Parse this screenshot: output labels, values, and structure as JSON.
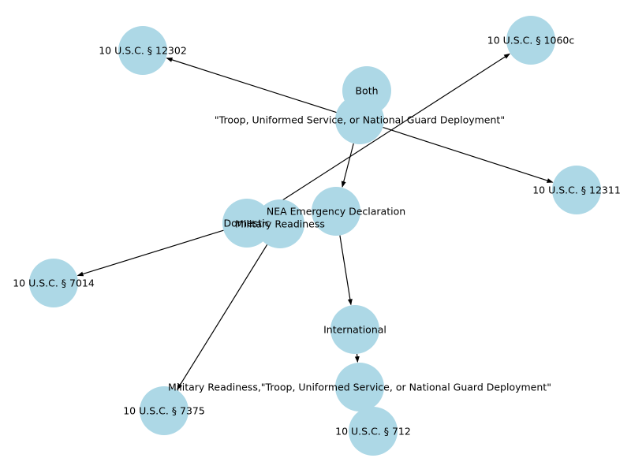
{
  "graph": {
    "node_color": "#add8e6",
    "edge_color": "#000000",
    "nodes": [
      {
        "id": "n_12302",
        "label": "10 U.S.C. § 12302"
      },
      {
        "id": "n_1060c",
        "label": "10 U.S.C. § 1060c"
      },
      {
        "id": "n_both",
        "label": "Both"
      },
      {
        "id": "n_troop",
        "label": "\"Troop, Uniformed Service, or National Guard Deployment\""
      },
      {
        "id": "n_12311",
        "label": "10 U.S.C. § 12311"
      },
      {
        "id": "n_domestic",
        "label": "Domestic"
      },
      {
        "id": "n_milready",
        "label": "Military Readiness"
      },
      {
        "id": "n_nea",
        "label": "NEA Emergency Declaration"
      },
      {
        "id": "n_7014",
        "label": "10 U.S.C. § 7014"
      },
      {
        "id": "n_international",
        "label": "International"
      },
      {
        "id": "n_combo",
        "label": "Military Readiness,\"Troop, Uniformed Service, or National Guard Deployment\""
      },
      {
        "id": "n_7375",
        "label": "10 U.S.C. § 7375"
      },
      {
        "id": "n_712",
        "label": "10 U.S.C. § 712"
      }
    ],
    "edges": [
      {
        "from": "n_troop",
        "to": "n_12302"
      },
      {
        "from": "n_troop",
        "to": "n_12311"
      },
      {
        "from": "n_troop",
        "to": "n_nea"
      },
      {
        "from": "n_domestic",
        "to": "n_1060c"
      },
      {
        "from": "n_domestic",
        "to": "n_7014"
      },
      {
        "from": "n_milready",
        "to": "n_7375"
      },
      {
        "from": "n_nea",
        "to": "n_international"
      },
      {
        "from": "n_international",
        "to": "n_combo"
      }
    ]
  }
}
